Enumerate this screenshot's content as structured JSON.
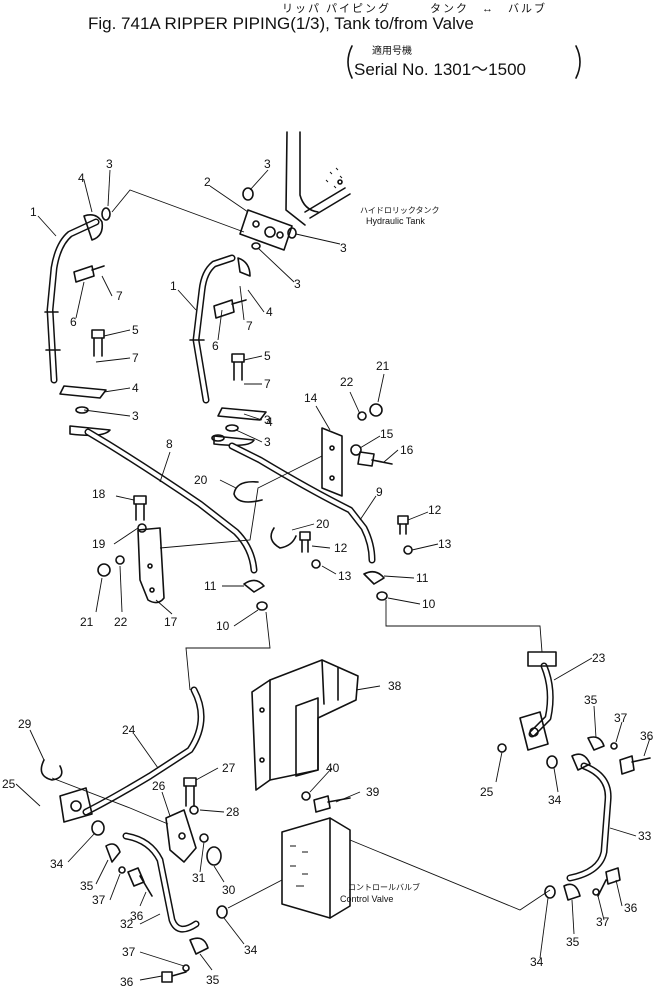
{
  "header": {
    "jp_title": "リッパ パイピング　　　タンク　↔　バルブ",
    "title": "Fig. 741A RIPPER PIPING(1/3), Tank to/from Valve",
    "serial_jp": "適用号機",
    "serial": "Serial No. 1301～1500"
  },
  "labels": {
    "hydraulic_tank_jp": "ハイドロリックタンク",
    "hydraulic_tank": "Hydraulic Tank",
    "control_valve_jp": "コントロールバルブ",
    "control_valve": "Control Valve"
  },
  "callouts": [
    "1",
    "1",
    "2",
    "3",
    "3",
    "3",
    "3",
    "3",
    "3",
    "3",
    "4",
    "4",
    "4",
    "4",
    "5",
    "5",
    "6",
    "6",
    "7",
    "7",
    "7",
    "7",
    "8",
    "9",
    "10",
    "10",
    "11",
    "11",
    "12",
    "12",
    "13",
    "13",
    "14",
    "15",
    "16",
    "17",
    "18",
    "19",
    "20",
    "20",
    "21",
    "21",
    "22",
    "22",
    "23",
    "24",
    "25",
    "25",
    "26",
    "27",
    "28",
    "29",
    "30",
    "31",
    "32",
    "33",
    "34",
    "34",
    "34",
    "34",
    "35",
    "35",
    "35",
    "35",
    "36",
    "36",
    "36",
    "36",
    "37",
    "37",
    "37",
    "37",
    "38",
    "39",
    "40"
  ]
}
